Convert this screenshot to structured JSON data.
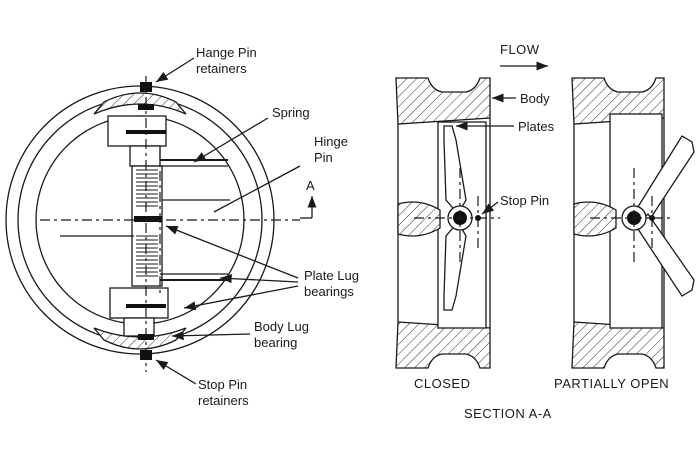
{
  "labels": {
    "hange_pin_retainers_1": "Hange Pin",
    "hange_pin_retainers_2": "retainers",
    "spring": "Spring",
    "hinge_pin_1": "Hinge",
    "hinge_pin_2": "Pin",
    "section_marker": "A",
    "plate_lug_bearings_1": "Plate Lug",
    "plate_lug_bearings_2": "bearings",
    "body_lug_bearing_1": "Body Lug",
    "body_lug_bearing_2": "bearing",
    "stop_pin_retainers_1": "Stop Pin",
    "stop_pin_retainers_2": "retainers",
    "flow": "FLOW",
    "body": "Body",
    "plates": "Plates",
    "stop_pin": "Stop Pin",
    "closed": "CLOSED",
    "partially_open": "PARTIALLY OPEN",
    "section": "SECTION A-A"
  }
}
